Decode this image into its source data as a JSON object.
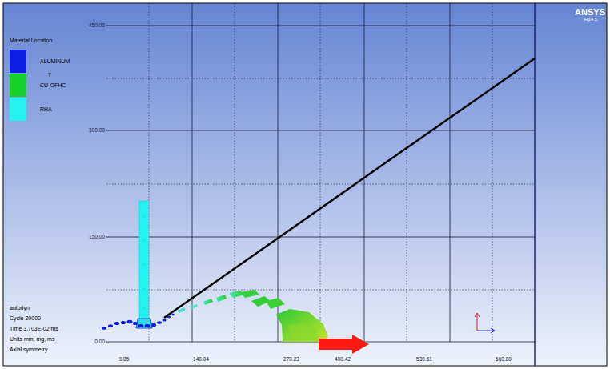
{
  "diagram": {
    "labels": [
      "ANSYS",
      "R14.5",
      "Material Location",
      "450.00",
      "300.00",
      "150.00",
      "0.00",
      "9.85",
      "140.04",
      "270.23",
      "400.42",
      "530.61",
      "660.80",
      "autodyn",
      "Cycle 20000",
      "Time 3.703E-02 ms",
      "Units mm, mg, ms",
      "Axial symmetry"
    ],
    "legend": [
      {
        "text": "ALUMINUM",
        "color": "#0a1ee6"
      },
      {
        "text": "CU-OFHC",
        "color": "#14d22a"
      },
      {
        "text": "RHA",
        "color": "#22f2f0"
      }
    ]
  }
}
